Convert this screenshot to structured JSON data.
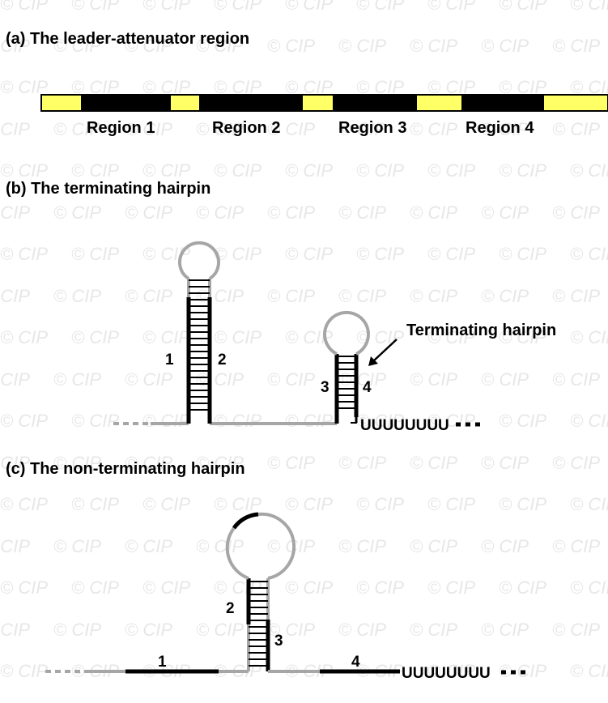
{
  "panels": {
    "a": {
      "title": "(a) The leader-attenuator region",
      "regions": [
        "Region 1",
        "Region 2",
        "Region 3",
        "Region 4"
      ]
    },
    "b": {
      "title": "(b) The terminating hairpin",
      "strand_labels": [
        "1",
        "2",
        "3",
        "4"
      ],
      "annotation": "Terminating hairpin",
      "poly_u": "UUUUUUUU"
    },
    "c": {
      "title": "(c) The non-terminating hairpin",
      "strand_labels": [
        "1",
        "2",
        "3",
        "4"
      ],
      "poly_u": "UUUUUUUU"
    }
  },
  "watermark": {
    "text": "© CIP"
  },
  "colors": {
    "linker": "#ffff66",
    "region": "#000000",
    "rna_backbone": "#a6a6a6",
    "text": "#000000",
    "watermark": "#e7e7e7"
  }
}
